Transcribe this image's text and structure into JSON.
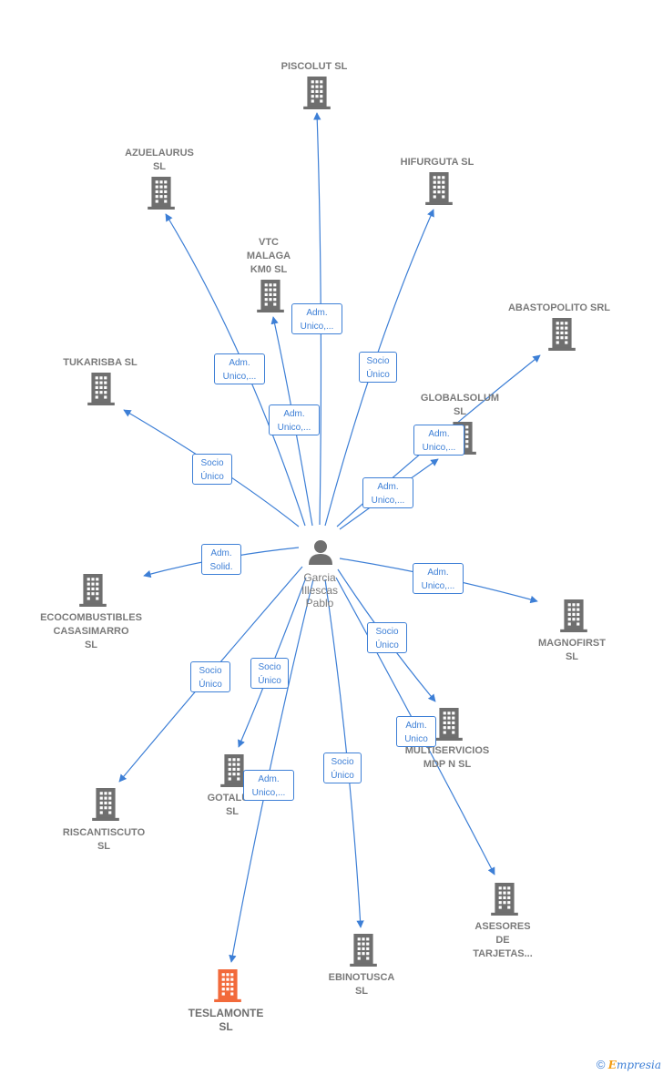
{
  "center": {
    "name": "Garcia\nIllescas\nPablo",
    "icon": "person-icon"
  },
  "colors": {
    "edge": "#3d7fd6",
    "building": "#6f6f6f",
    "highlight": "#f26a3b"
  },
  "companies": [
    {
      "id": "piscolut",
      "name": "PISCOLUT  SL"
    },
    {
      "id": "azuelaurus",
      "name": "AZUELAURUS\nSL"
    },
    {
      "id": "hifurguta",
      "name": "HIFURGUTA  SL"
    },
    {
      "id": "vtc",
      "name": "VTC\nMALAGA\nKM0  SL"
    },
    {
      "id": "abastopolito",
      "name": "ABASTOPOLITO SRL"
    },
    {
      "id": "tukarisba",
      "name": "TUKARISBA  SL"
    },
    {
      "id": "globalsolum",
      "name": "GLOBALSOLUM\nSL"
    },
    {
      "id": "ecocombustibles",
      "name": "ECOCOMBUSTIBLES\nCASASIMARRO\nSL"
    },
    {
      "id": "magnofirst",
      "name": "MAGNOFIRST\nSL"
    },
    {
      "id": "multiservicios",
      "name": "MULTISERVICIOS\nMDP N  SL"
    },
    {
      "id": "riscantiscuto",
      "name": "RISCANTISCUTO\nSL"
    },
    {
      "id": "gotalum",
      "name": "GOTALUM\nSL"
    },
    {
      "id": "asesores",
      "name": "ASESORES\nDE\nTARJETAS..."
    },
    {
      "id": "ebinotusca",
      "name": "EBINOTUSCA\nSL"
    },
    {
      "id": "teslamonte",
      "name": "TESLAMONTE\nSL",
      "highlight": true
    }
  ],
  "relations": [
    {
      "target": "piscolut",
      "label": "Adm.\nUnico,..."
    },
    {
      "target": "azuelaurus",
      "label": "Adm.\nUnico,..."
    },
    {
      "target": "vtc",
      "label": "Adm.\nUnico,..."
    },
    {
      "target": "hifurguta",
      "label": "Socio\nÚnico"
    },
    {
      "target": "tukarisba",
      "label": "Socio\nÚnico"
    },
    {
      "target": "abastopolito",
      "label": "Adm.\nUnico,..."
    },
    {
      "target": "globalsolum",
      "label": "Adm.\nUnico,..."
    },
    {
      "target": "ecocombustibles",
      "label": "Adm.\nSolid."
    },
    {
      "target": "magnofirst",
      "label": "Adm.\nUnico,..."
    },
    {
      "target": "multiservicios",
      "label": "Socio\nÚnico"
    },
    {
      "target": "asesores",
      "label": "Adm.\nUnico"
    },
    {
      "target": "riscantiscuto",
      "label": "Socio\nÚnico"
    },
    {
      "target": "gotalum",
      "label": "Socio\nÚnico"
    },
    {
      "target": "teslamonte",
      "label": "Adm.\nUnico,..."
    },
    {
      "target": "ebinotusca",
      "label": "Socio\nÚnico"
    }
  ],
  "footer": {
    "copyright": "©",
    "brand_first": "E",
    "brand_rest": "mpresia"
  }
}
